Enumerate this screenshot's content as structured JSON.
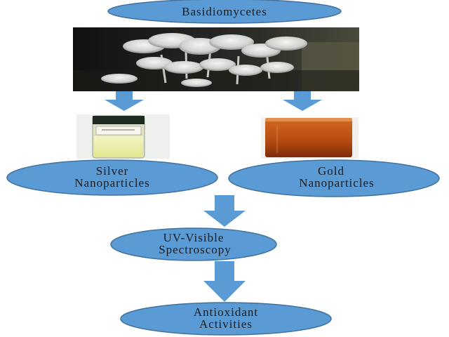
{
  "colors": {
    "node_fill": "#5b9bd5",
    "node_stroke": "#41719c",
    "arrow_fill": "#5b9bd5",
    "text": "#1a1a1a"
  },
  "nodes": {
    "source": {
      "label": "Basidiomycetes"
    },
    "silver": {
      "line1": "Silver",
      "line2": "Nanoparticles"
    },
    "gold": {
      "line1": "Gold",
      "line2": "Nanoparticles"
    },
    "uv": {
      "line1": "UV-Visible",
      "line2": "Spectroscopy"
    },
    "antioxidant": {
      "line1": "Antioxidant",
      "line2": "Activities"
    }
  },
  "images": {
    "mushrooms": "mushroom-photo",
    "silver_vial": "silver-nanoparticle-vial-photo",
    "gold_beaker": "gold-nanoparticle-beaker-photo"
  }
}
